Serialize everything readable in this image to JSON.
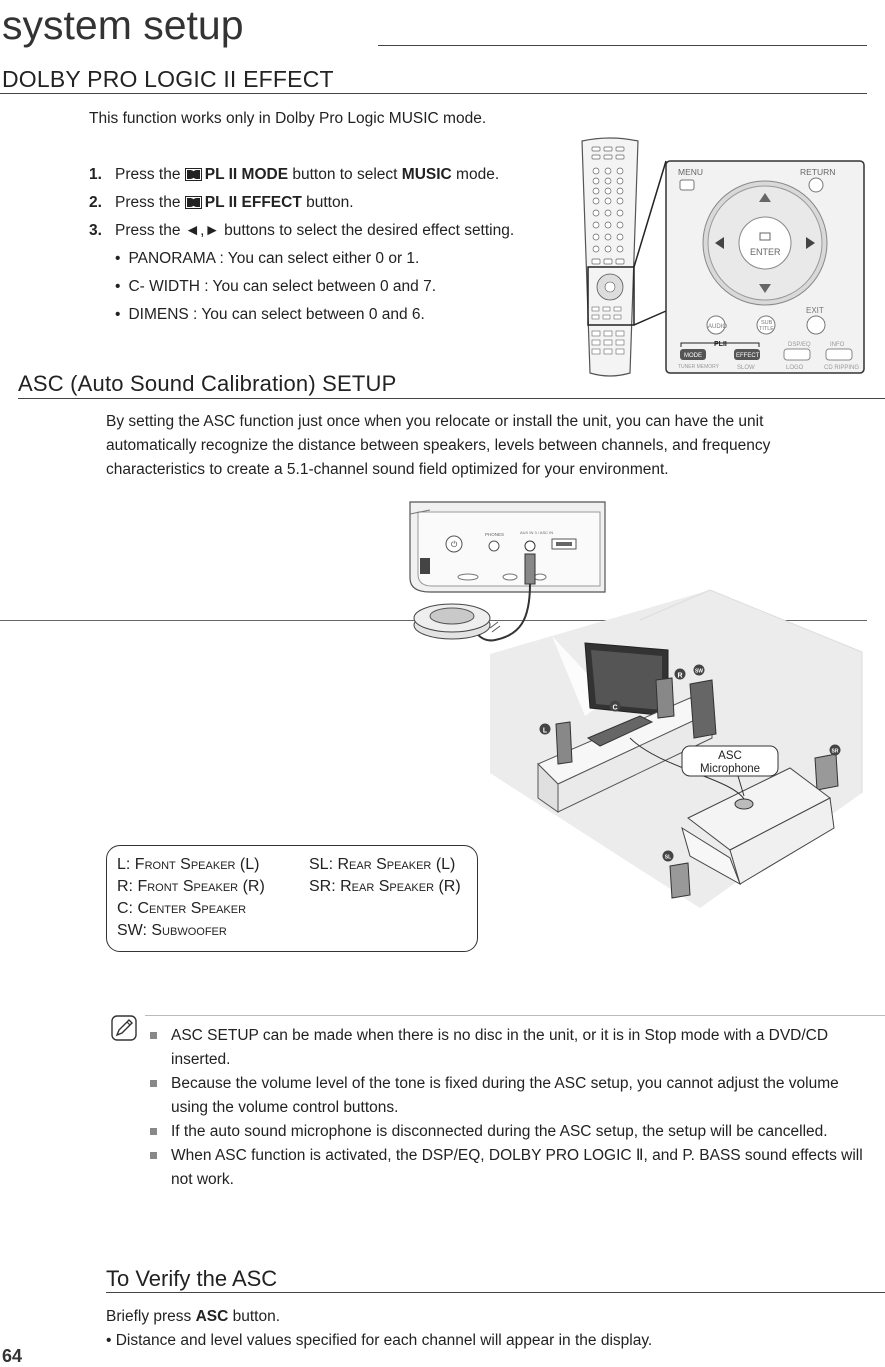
{
  "page": {
    "section_title": "system setup",
    "page_number": "64"
  },
  "dolby": {
    "heading": "DOLBY PRO LOGIC II EFFECT",
    "intro": "This function works only in Dolby Pro Logic MUSIC mode.",
    "steps": [
      {
        "num": "1.",
        "before": "Press the ",
        "bold": "PL II MODE",
        "after": " button to select ",
        "bold2": "MUSIC",
        "after2": " mode."
      },
      {
        "num": "2.",
        "before": "Press the ",
        "bold": "PL II EFFECT",
        "after": " button."
      },
      {
        "num": "3.",
        "text": "Press the ◄,► buttons to select the desired effect setting."
      }
    ],
    "bullets": [
      "PANORAMA : You can select either 0 or 1.",
      "C- WIDTH : You can select between 0 and 7.",
      "DIMENS : You can select between 0 and 6."
    ]
  },
  "remote_zoom": {
    "menu": "MENU",
    "return": "RETURN",
    "enter": "ENTER",
    "exit": "EXIT",
    "audio": "AUDIO",
    "sub": "SUB",
    "title": "TITLE",
    "pl2": "PLII",
    "mode": "MODE",
    "effect": "EFFECT",
    "dsp_eq": "DSP/EQ",
    "info": "INFO",
    "slow": "SLOW",
    "logo": "LOGO",
    "cd_ripping": "CD RIPPING",
    "tuner_memory": "TUNER MEMORY"
  },
  "asc": {
    "heading": "ASC (Auto Sound Calibration) SETUP",
    "description": "By setting the ASC function just once when you relocate or install the unit, you can have the unit automatically recognize the distance between speakers, levels between channels, and frequency characteristics to create a 5.1-channel sound field optimized for your environment.",
    "panel_labels": {
      "phones": "PHONES",
      "asc_in": "AUX IN 3 / ASC IN"
    },
    "mic_callout": [
      "ASC",
      "Microphone"
    ],
    "speaker_badges": [
      "L",
      "C",
      "R",
      "SW",
      "SR",
      "SL"
    ],
    "legend": [
      [
        "L: Front Speaker (L)",
        "SL: Rear Speaker (L)"
      ],
      [
        "R: Front Speaker (R)",
        "SR: Rear Speaker (R)"
      ],
      [
        "C: Center Speaker",
        ""
      ],
      [
        "SW: Subwoofer",
        ""
      ]
    ]
  },
  "notes": [
    "ASC SETUP can be made when there is no disc in the unit, or it is in Stop mode with a DVD/CD inserted.",
    "Because the volume level of the tone is fixed during the ASC setup, you cannot adjust the volume using the volume control buttons.",
    "If the auto sound microphone is disconnected during the ASC setup, the setup will be cancelled.",
    "When ASC function is activated, the DSP/EQ, DOLBY PRO LOGIC Ⅱ, and P. BASS sound effects will not work."
  ],
  "verify": {
    "heading": "To Verify the ASC",
    "line_before": "Briefly press ",
    "line_bold": "ASC",
    "line_after": " button.",
    "bullet": "Distance and level values specified for each channel will appear in the display."
  },
  "colors": {
    "text": "#222222",
    "rule": "#444444",
    "note_square": "#888888",
    "remote_body": "#f2f2f2"
  }
}
